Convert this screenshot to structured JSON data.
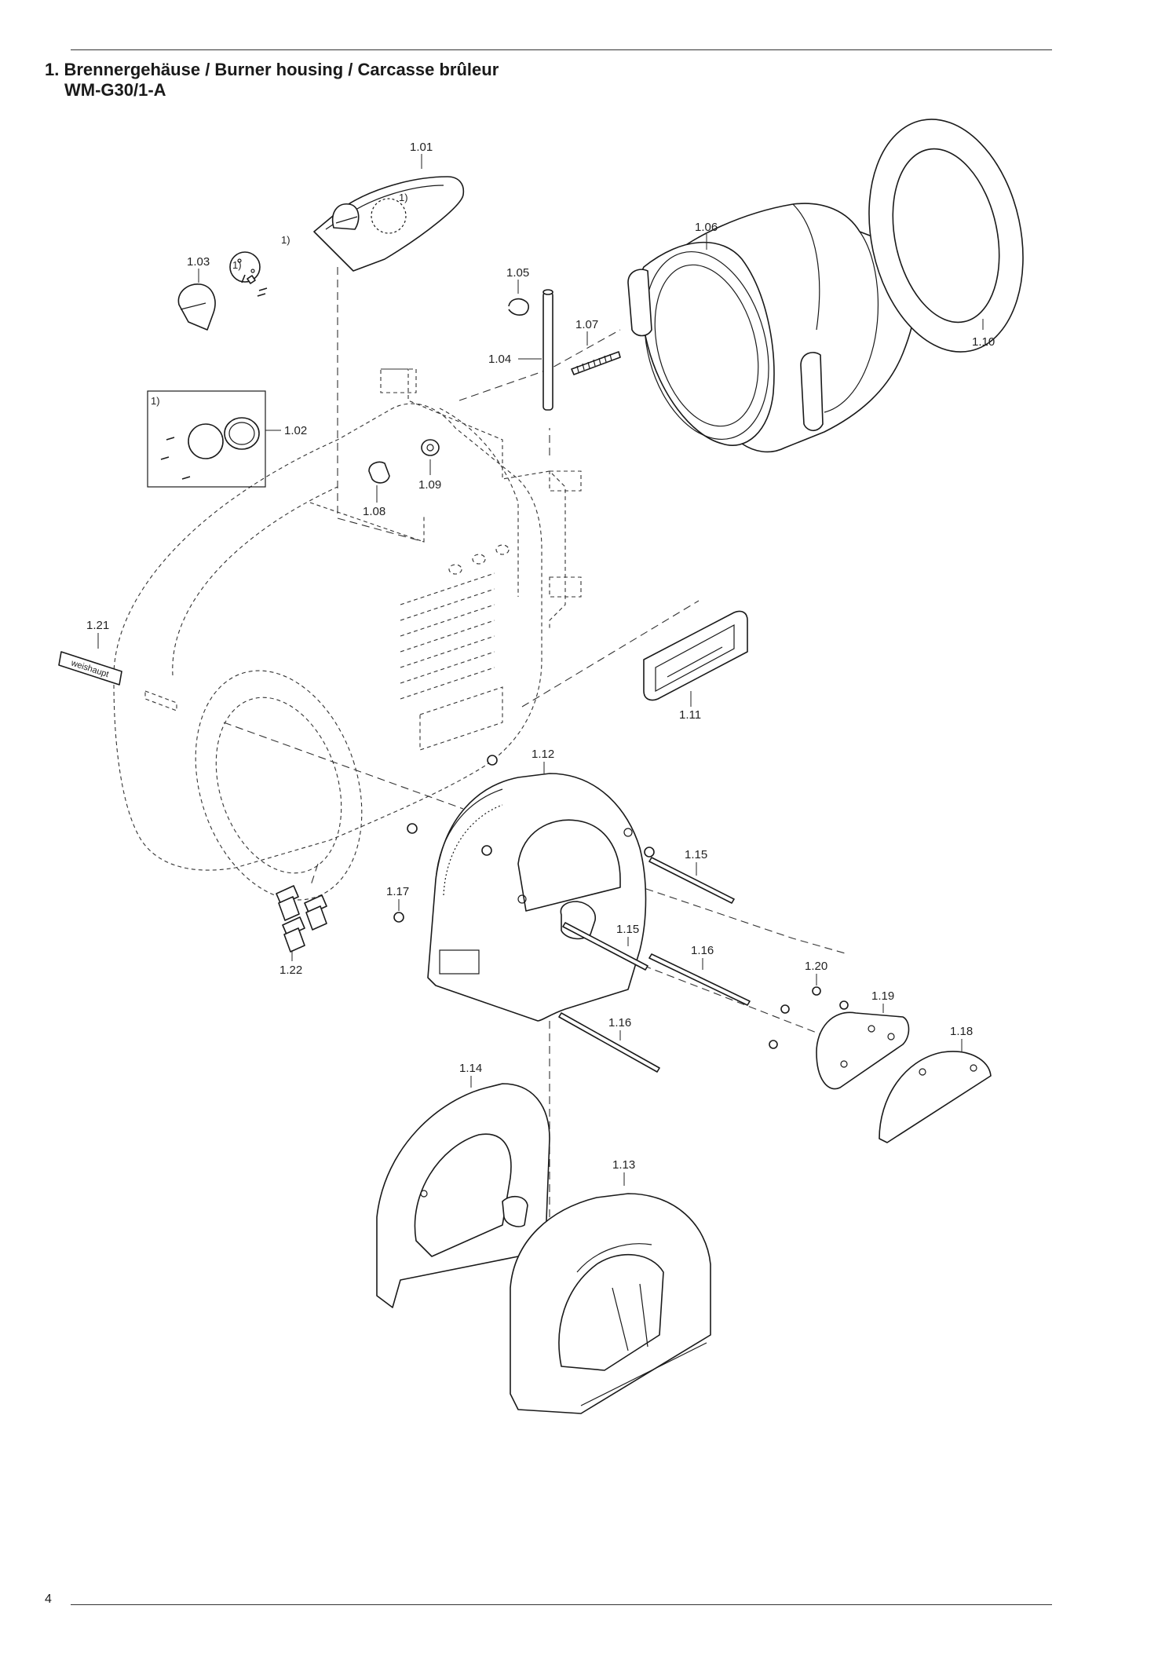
{
  "header": {
    "title_line1": "1. Brennergehäuse / Burner housing / Carcasse brûleur",
    "title_line2": "WM-G30/1-A"
  },
  "footer": {
    "page_number": "4"
  },
  "callouts": {
    "p101": "1.01",
    "p102": "1.02",
    "p103": "1.03",
    "p104": "1.04",
    "p105": "1.05",
    "p106": "1.06",
    "p107": "1.07",
    "p108": "1.08",
    "p109": "1.09",
    "p110": "1.10",
    "p111": "1.11",
    "p112": "1.12",
    "p113": "1.13",
    "p114": "1.14",
    "p115a": "1.15",
    "p115b": "1.15",
    "p116a": "1.16",
    "p116b": "1.16",
    "p117": "1.17",
    "p118": "1.18",
    "p119": "1.19",
    "p120": "1.20",
    "p121": "1.21",
    "p122": "1.22"
  },
  "footnote_marks": {
    "a": "1)",
    "b": "1)",
    "c": "1)",
    "d": "1)"
  },
  "nameplate_label": "weishaupt"
}
